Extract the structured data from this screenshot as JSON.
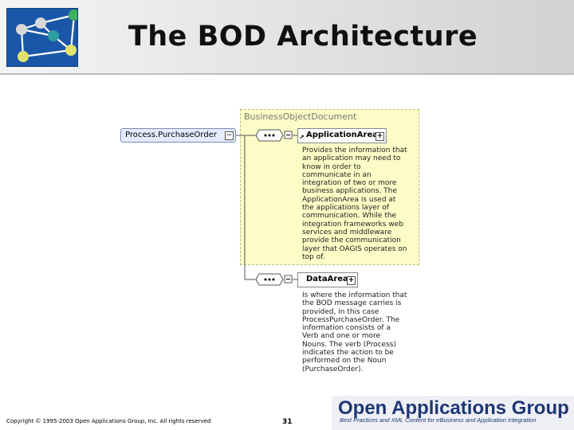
{
  "header": {
    "title": "The BOD Architecture"
  },
  "diagram": {
    "container_label": "BusinessObjectDocument",
    "root": "Process.PurchaseOrder",
    "children": [
      {
        "name": "ApplicationArea",
        "description": "Provides the information that an application may need to know in order to communicate in an integration of two or more business applications. The ApplicationArea is used at the applications layer of communication. While the integration frameworks web services and middleware provide the communication layer that OAGIS operates on top of."
      },
      {
        "name": "DataArea",
        "description": "Is where the information that the BOD message carries is provided, in this case ProcessPurchaseOrder. The information consists of a Verb and one or more Nouns. The verb (Process) indicates the action to be performed on the Noun (PurchaseOrder)."
      }
    ]
  },
  "footer": {
    "copyright": "Copyright © 1995-2003 Open Applications Group, Inc. All rights reserved",
    "page_number": "31",
    "org_name": "Open Applications Group",
    "org_tagline": "Best Practices and XML Content for eBusiness and Application Integration"
  }
}
